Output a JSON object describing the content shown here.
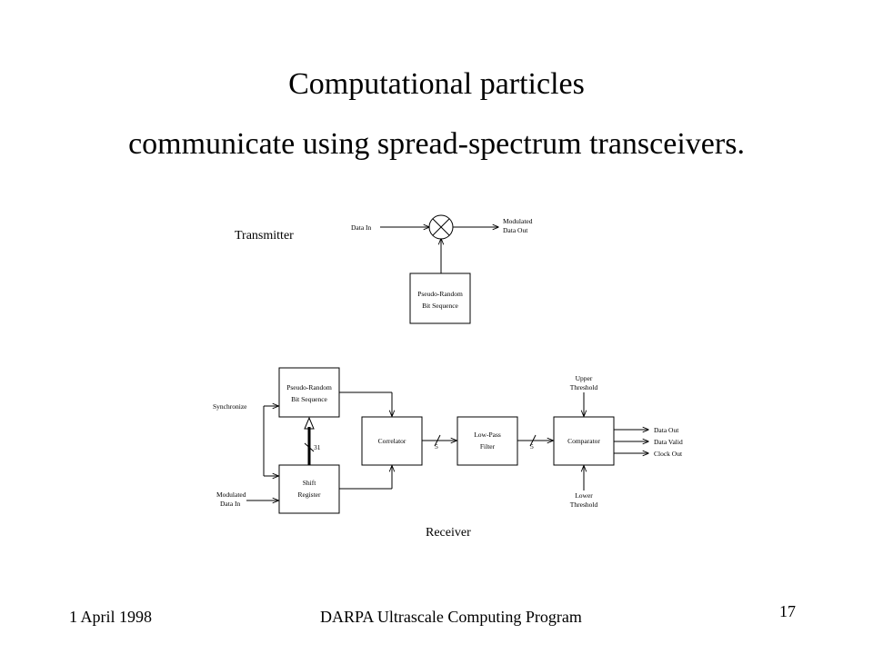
{
  "slide": {
    "title_line1": "Computational particles",
    "title_line2": "communicate using spread-spectrum transceivers.",
    "footer_date": "1 April 1998",
    "footer_program": "DARPA Ultrascale Computing Program",
    "page_number": "17"
  },
  "transmitter": {
    "heading": "Transmitter",
    "data_in": "Data In",
    "modulated_out_line1": "Modulated",
    "modulated_out_line2": "Data Out",
    "prbs_line1": "Pseudo-Random",
    "prbs_line2": "Bit Sequence"
  },
  "receiver": {
    "heading": "Receiver",
    "synchronize": "Synchronize",
    "modulated_in_line1": "Modulated",
    "modulated_in_line2": "Data In",
    "prbs_line1": "Pseudo-Random",
    "prbs_line2": "Bit Sequence",
    "bus_31": "31",
    "shift_line1": "Shift",
    "shift_line2": "Register",
    "correlator": "Correlator",
    "bus_5a": "5",
    "lpf_line1": "Low-Pass",
    "lpf_line2": "Filter",
    "bus_5b": "5",
    "comparator": "Comparator",
    "upper_line1": "Upper",
    "upper_line2": "Threshold",
    "lower_line1": "Lower",
    "lower_line2": "Threshold",
    "data_out": "Data Out",
    "data_valid": "Data Valid",
    "clock_out": "Clock Out"
  }
}
